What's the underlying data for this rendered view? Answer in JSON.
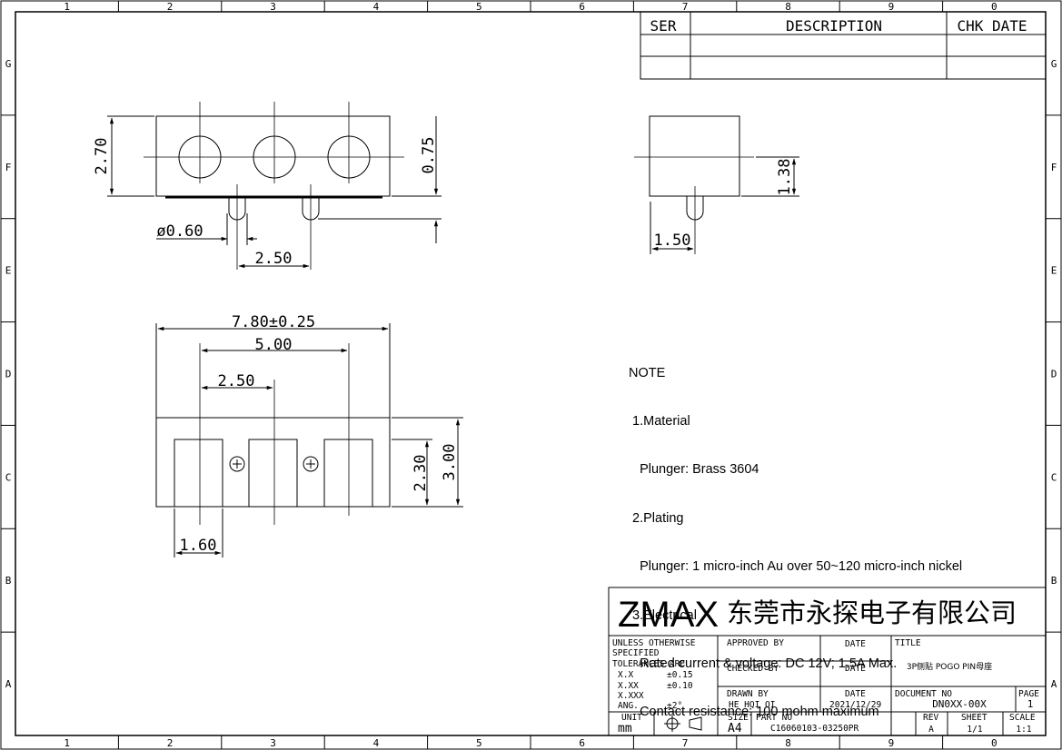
{
  "frame": {
    "columns": [
      "1",
      "2",
      "3",
      "4",
      "5",
      "6",
      "7",
      "8",
      "9",
      "0"
    ],
    "rows": [
      "G",
      "F",
      "E",
      "D",
      "C",
      "B",
      "A"
    ]
  },
  "revision_table": {
    "headers": [
      "SER",
      "DESCRIPTION",
      "CHK DATE"
    ]
  },
  "dimensions": {
    "top_height": "2.70",
    "top_plunger_offset": "0.75",
    "pin_diameter": "ø0.60",
    "pin_pitch": "2.50",
    "side_height": "1.38",
    "side_offset": "1.50",
    "overall_length": "7.80±0.25",
    "outer_pitch": "5.00",
    "front_pitch": "2.50",
    "pad_height": "2.30",
    "body_height": "3.00",
    "pad_width": "1.60"
  },
  "notes": {
    "heading": "NOTE",
    "lines": [
      " 1.Material",
      "   Plunger: Brass 3604",
      " 2.Plating",
      "   Plunger: 1 micro-inch Au over 50~120 micro-inch nickel",
      " 3.Electrical",
      "   Rated current & voltage: DC 12V; 1.5A Max.",
      "   Contact resistance: 100 mohm maximum"
    ]
  },
  "title_block": {
    "logo": "ZMAX",
    "company": "东莞市永探电子有限公司",
    "tolerance_header_1": "UNLESS OTHERWISE",
    "tolerance_header_2": "SPECIFIED",
    "tolerance_header_3": "TOLERANCES ARE",
    "tol_x_label": "X.X",
    "tol_x_value": "±0.15",
    "tol_xx_label": "X.XX",
    "tol_xx_value": "±0.10",
    "tol_xxx_label": "X.XXX",
    "tol_ang_label": "ANG.",
    "tol_ang_value": "±2°",
    "unit_label": "UNIT",
    "unit_value": "mm",
    "approved_by_label": "APPROVED BY",
    "checked_by_label": "CHECKED BY",
    "drawn_by_label": "DRAWN BY",
    "drawn_by_value": "HE HQI QI",
    "date_label": "DATE",
    "drawn_date": "2021/12/29",
    "size_label": "SIZE",
    "size_value": "A4",
    "part_no_label": "PART NO",
    "part_no_value": "C16060103-03250PR",
    "title_label": "TITLE",
    "title_value": "3P侧贴 POGO PIN母座",
    "document_no_label": "DOCUMENT NO",
    "document_no_value": "DN0XX-00X",
    "page_label": "PAGE",
    "page_value": "1",
    "rev_label": "REV",
    "rev_value": "A",
    "sheet_label": "SHEET",
    "sheet_value": "1/1",
    "scale_label": "SCALE",
    "scale_value": "1:1"
  }
}
